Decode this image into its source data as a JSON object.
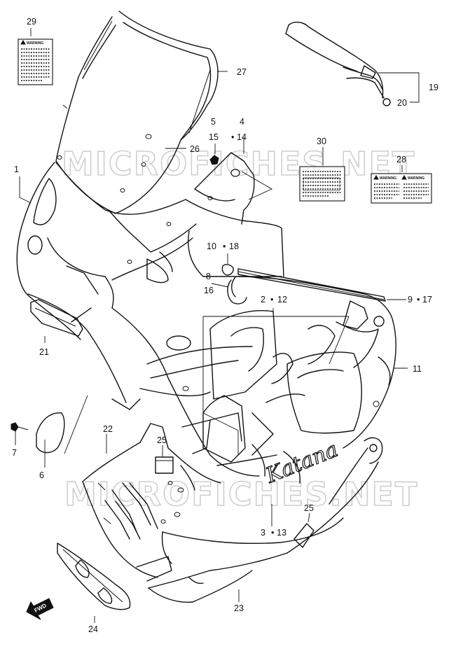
{
  "watermark": {
    "text": "MICROFICHES.NET",
    "color": "#cfcfcf"
  },
  "brand_script": "Katana",
  "fwd_label": "FWD",
  "warning_label": {
    "heading": "WARNING"
  },
  "callouts": {
    "c1": "1",
    "c2": "2",
    "c3": "3",
    "c4": "4",
    "c5": "5",
    "c6": "6",
    "c7": "7",
    "c8": "8",
    "c9": "9",
    "c10": "10",
    "c11": "11",
    "c12": "12",
    "c13": "13",
    "c14": "14",
    "c15": "15",
    "c16": "16",
    "c17": "17",
    "c18": "18",
    "c19": "19",
    "c20": "20",
    "c21": "21",
    "c22": "22",
    "c23": "23",
    "c24": "24",
    "c25a": "25",
    "c25b": "25",
    "c26": "26",
    "c27": "27",
    "c28": "28",
    "c29": "29",
    "c30": "30"
  },
  "colors": {
    "line": "#111111",
    "background": "#ffffff"
  }
}
